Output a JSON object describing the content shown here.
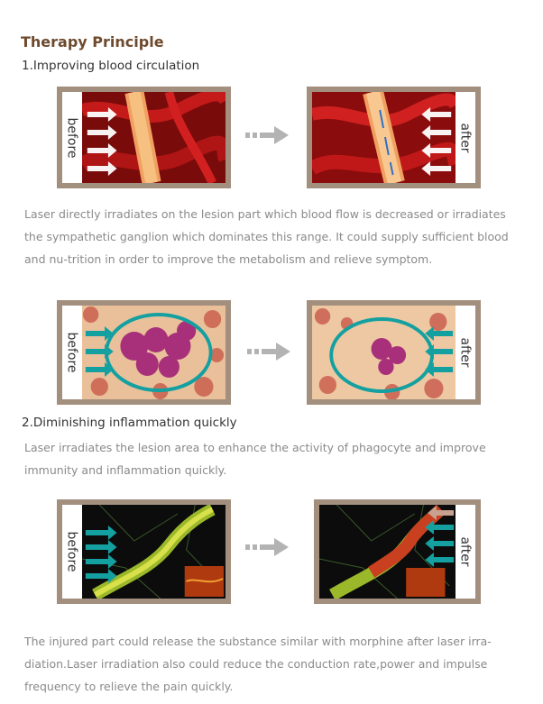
{
  "title": "Therapy Principle",
  "section1": {
    "heading": "1.Improving blood circulation",
    "text": "Laser directly irradiates on the lesion part which blood flow is decreased or irradiates the sympathetic ganglion which dominates this range. It could supply sufficient blood and nu-trition in order to improve the metabolism and relieve symptom."
  },
  "section2": {
    "heading": "2.Diminishing inflammation quickly",
    "text": "Laser irradiates the lesion area to enhance the activity of phagocyte and improve immunity and inflammation quickly."
  },
  "section3": {
    "text": "The injured part could release the substance similar with morphine after laser irra-diation.Laser irradiation also could reduce the conduction rate,power and impulse frequency to relieve the pain quickly."
  },
  "labels": {
    "before": "before",
    "after": "after"
  },
  "colors": {
    "title": "#6e4a2e",
    "frame": "#a38f7e",
    "body_text": "#8a8a8a",
    "arrow": "#b3b3b3",
    "teal": "#14a0a0"
  },
  "icons": [
    "dashed-arrow-right-icon"
  ]
}
